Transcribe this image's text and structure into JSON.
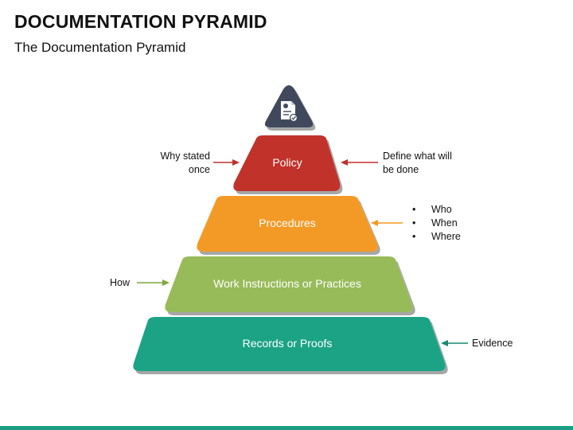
{
  "header": {
    "title": "DOCUMENTATION PYRAMID",
    "subtitle": "The Documentation Pyramid"
  },
  "pyramid": {
    "icon": "document-check-icon",
    "tiers": [
      {
        "label": "Policy",
        "color": "#c0302b"
      },
      {
        "label": "Procedures",
        "color": "#f39a25"
      },
      {
        "label": "Work Instructions or Practices",
        "color": "#98bb5a"
      },
      {
        "label": "Records or Proofs",
        "color": "#1fa386"
      }
    ],
    "top_color": "#3f4a5c"
  },
  "annotations": {
    "policy_left": "Why stated once",
    "policy_right": "Define what will be done",
    "procedures_bullets": [
      "Who",
      "When",
      "Where"
    ],
    "work_left": "How",
    "records_right": "Evidence"
  },
  "colors": {
    "arrow_red": "#c0302b",
    "arrow_orange": "#f39a25",
    "arrow_green": "#7fa63d",
    "arrow_teal": "#1a8a72",
    "bottom_bar": "#1a9e84"
  }
}
